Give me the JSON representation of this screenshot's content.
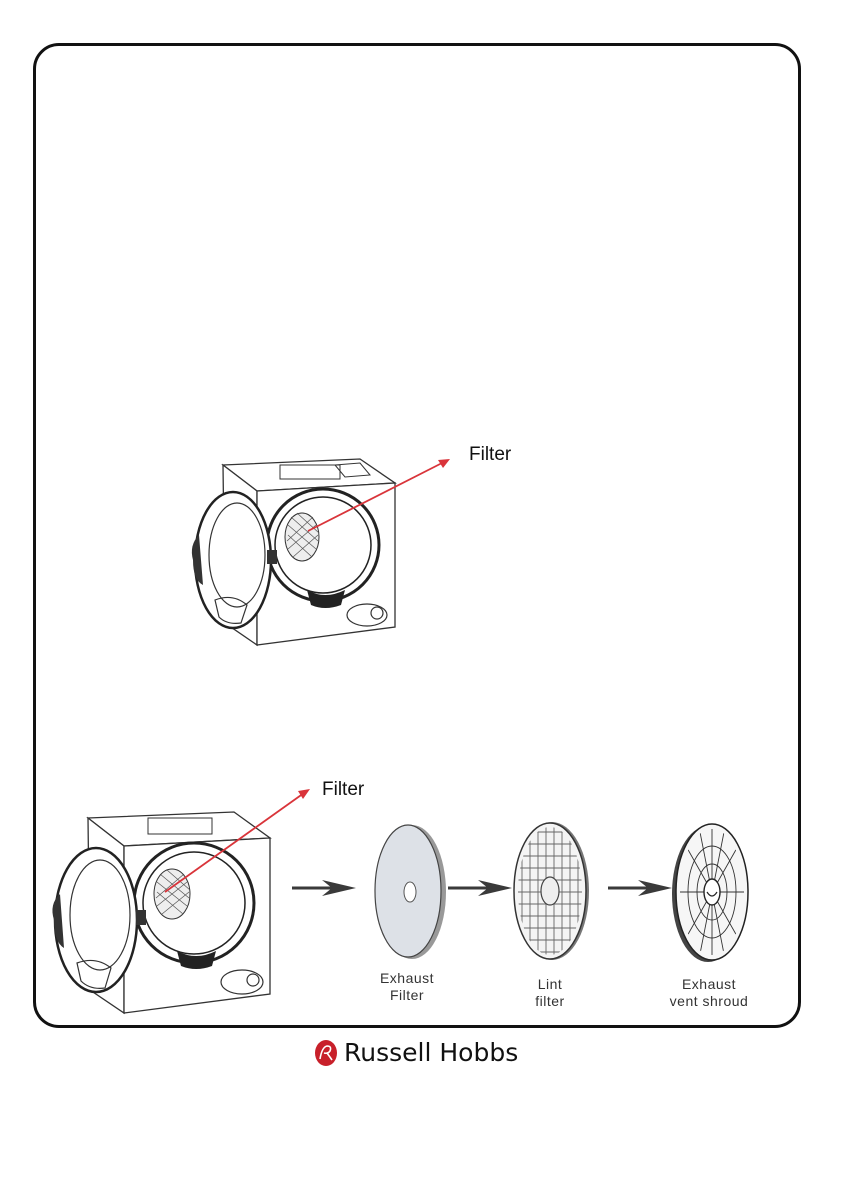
{
  "diagram1": {
    "label": "Filter"
  },
  "diagram2": {
    "label": "Filter"
  },
  "parts": [
    {
      "label": "Exhaust\nFilter"
    },
    {
      "label": "Lint\nfilter"
    },
    {
      "label": "Exhaust\nvent shroud"
    }
  ],
  "brand": {
    "name": "Russell Hobbs",
    "logo_text": "RH"
  },
  "colors": {
    "arrow_red": "#d9343a",
    "border": "#111111",
    "shroud_arrow": "#3a3a3a"
  }
}
